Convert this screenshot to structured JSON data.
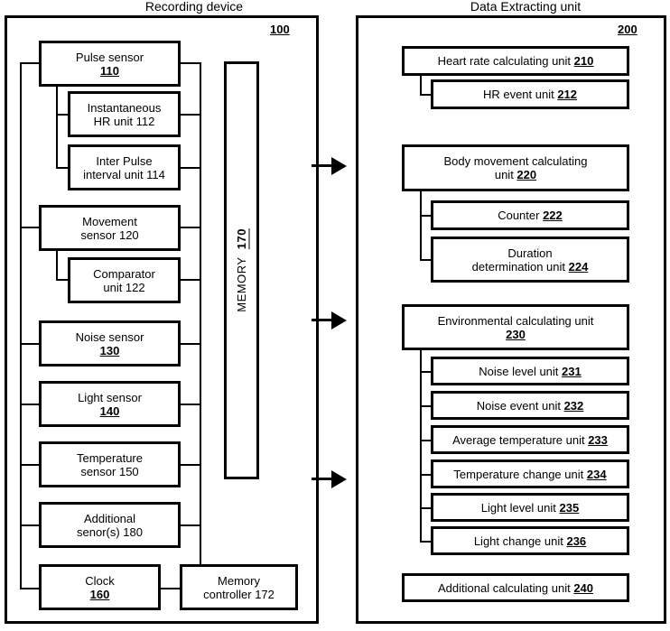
{
  "diagram": {
    "left_panel": {
      "title": "Recording device",
      "ref": "100",
      "memory": {
        "label": "MEMORY",
        "ref": "170"
      },
      "blocks": [
        {
          "name": "pulse-sensor",
          "line1": "Pulse sensor",
          "line2": "110",
          "ref": "110"
        },
        {
          "name": "instantaneous-hr",
          "line1": "Instantaneous",
          "line2": "HR unit 112",
          "ref": "112"
        },
        {
          "name": "inter-pulse-interval",
          "line1": "Inter Pulse",
          "line2": "interval unit 114",
          "ref": "114"
        },
        {
          "name": "movement-sensor",
          "line1": "Movement",
          "line2": "sensor 120",
          "ref": "120"
        },
        {
          "name": "comparator-unit",
          "line1": "Comparator",
          "line2": "unit 122",
          "ref": "122"
        },
        {
          "name": "noise-sensor",
          "line1": "Noise sensor",
          "line2": "130",
          "ref": "130"
        },
        {
          "name": "light-sensor",
          "line1": "Light sensor",
          "line2": "140",
          "ref": "140"
        },
        {
          "name": "temperature-sensor",
          "line1": "Temperature",
          "line2": "sensor 150",
          "ref": "150"
        },
        {
          "name": "additional-sensors",
          "line1": "Additional",
          "line2": "senor(s) 180",
          "ref": "180"
        },
        {
          "name": "clock",
          "line1": "Clock",
          "line2": "160",
          "ref": "160"
        },
        {
          "name": "memory-controller",
          "line1": "Memory",
          "line2": "controller 172",
          "ref": "172"
        }
      ]
    },
    "right_panel": {
      "title": "Data Extracting unit",
      "ref": "200",
      "blocks": [
        {
          "name": "heart-rate-calculating-unit",
          "line1": "Heart rate calculating unit 210",
          "line2": "",
          "ref": "210"
        },
        {
          "name": "hr-event-unit",
          "line1": "HR event unit 212",
          "line2": "",
          "ref": "212"
        },
        {
          "name": "body-movement-calculating-unit",
          "line1": "Body movement calculating",
          "line2": "unit 220",
          "ref": "220"
        },
        {
          "name": "counter",
          "line1": "Counter 222",
          "line2": "",
          "ref": "222"
        },
        {
          "name": "duration-determination-unit",
          "line1": "Duration",
          "line2": "determination unit 224",
          "ref": "224"
        },
        {
          "name": "environmental-calculating-unit",
          "line1": "Environmental calculating unit",
          "line2": "230",
          "ref": "230"
        },
        {
          "name": "noise-level-unit",
          "line1": "Noise level unit 231",
          "line2": "",
          "ref": "231"
        },
        {
          "name": "noise-event-unit",
          "line1": "Noise event unit 232",
          "line2": "",
          "ref": "232"
        },
        {
          "name": "average-temperature-unit",
          "line1": "Average temperature unit 233",
          "line2": "",
          "ref": "233"
        },
        {
          "name": "temperature-change-unit",
          "line1": "Temperature change unit 234",
          "line2": "",
          "ref": "234"
        },
        {
          "name": "light-level-unit",
          "line1": "Light level unit 235",
          "line2": "",
          "ref": "235"
        },
        {
          "name": "light-change-unit",
          "line1": "Light change unit 236",
          "line2": "",
          "ref": "236"
        },
        {
          "name": "additional-calculating-unit",
          "line1": "Additional calculating unit 240",
          "line2": "",
          "ref": "240"
        }
      ]
    }
  }
}
